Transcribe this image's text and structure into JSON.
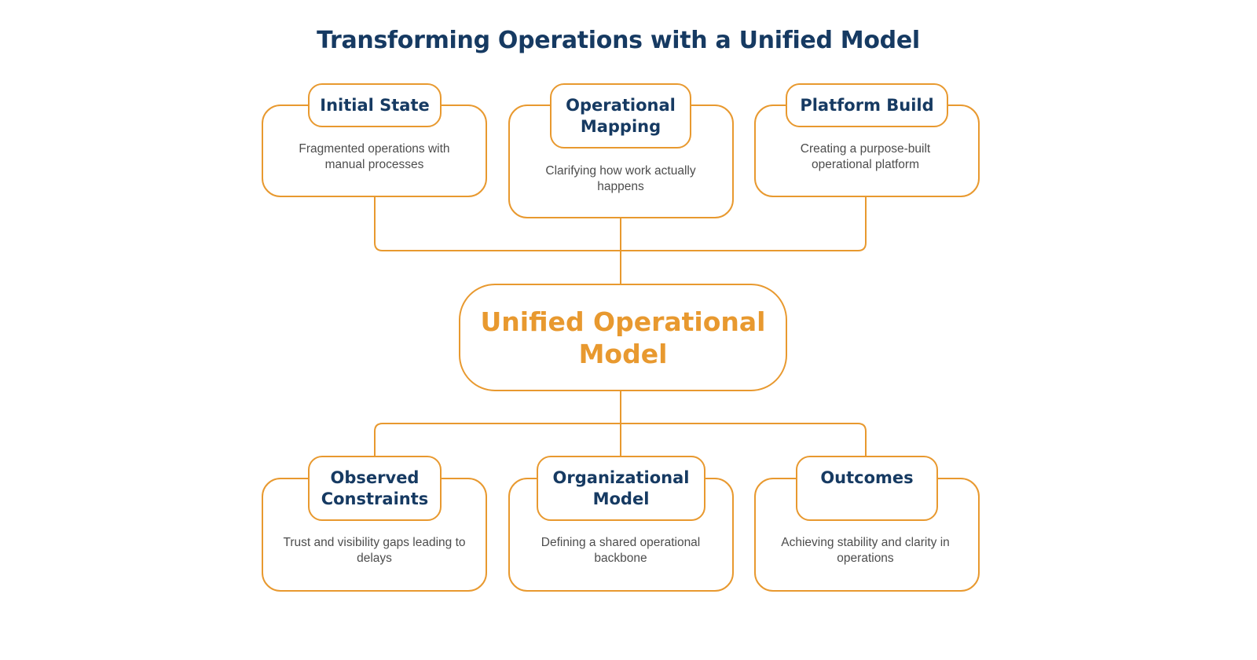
{
  "title": "Transforming Operations with a Unified Model",
  "center": {
    "label": "Unified Operational Model"
  },
  "top_nodes": [
    {
      "label": "Initial State",
      "description": "Fragmented operations with manual processes"
    },
    {
      "label": "Operational Mapping",
      "description": "Clarifying how work actually happens"
    },
    {
      "label": "Platform Build",
      "description": "Creating a purpose-built operational platform"
    }
  ],
  "bottom_nodes": [
    {
      "label": "Observed Constraints",
      "description": "Trust and visibility gaps leading to delays"
    },
    {
      "label": "Organizational Model",
      "description": "Defining a shared operational backbone"
    },
    {
      "label": "Outcomes",
      "description": "Achieving stability and clarity in operations"
    }
  ],
  "colors": {
    "accent": "#e8992f",
    "heading": "#163a62",
    "body_text": "#4d4d4d",
    "background": "#ffffff"
  }
}
